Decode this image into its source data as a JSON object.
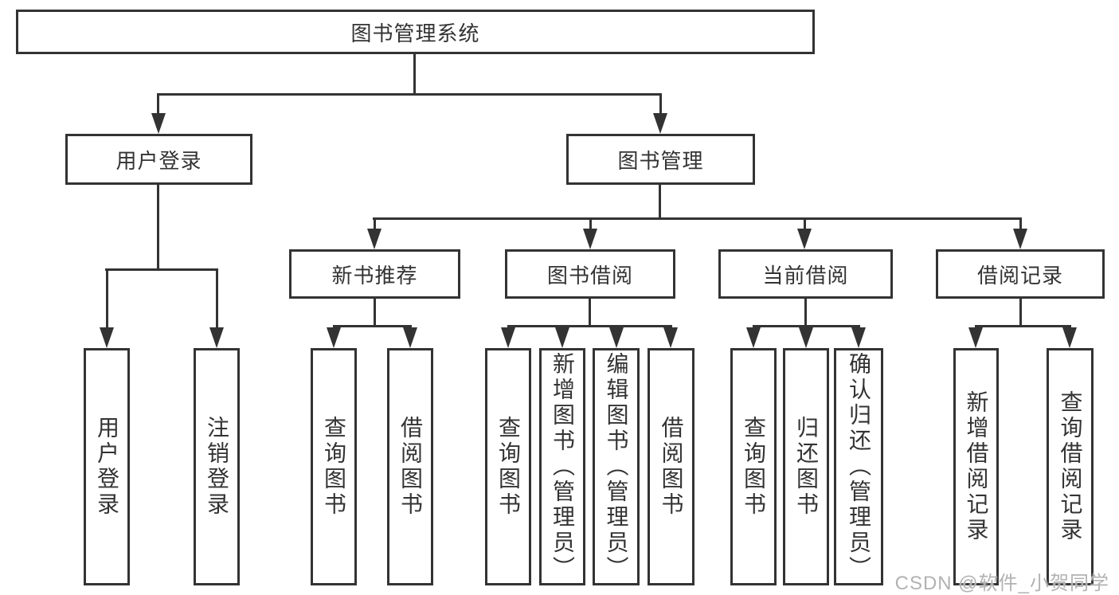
{
  "diagram_title": "图书管理系统",
  "colors": {
    "line": "#333333",
    "node_border": "#333333",
    "text": "#333333",
    "background": "#ffffff",
    "watermark_text": "#b2b2b2"
  },
  "root": {
    "label": "图书管理系统"
  },
  "level2": {
    "user_login": {
      "label": "用户登录"
    },
    "book_mgmt": {
      "label": "图书管理"
    }
  },
  "level3": {
    "new_book_rec": {
      "label": "新书推荐"
    },
    "book_borrow": {
      "label": "图书借阅"
    },
    "current_borrow": {
      "label": "当前借阅"
    },
    "borrow_record": {
      "label": "借阅记录"
    }
  },
  "leaves": {
    "user_login": [
      {
        "label": "用户登录"
      },
      {
        "label": "注销登录"
      }
    ],
    "new_book_rec": [
      {
        "label": "查询图书"
      },
      {
        "label": "借阅图书"
      }
    ],
    "book_borrow": [
      {
        "label": "查询图书"
      },
      {
        "label": "新增图书（管理员）"
      },
      {
        "label": "编辑图书（管理员）"
      },
      {
        "label": "借阅图书"
      }
    ],
    "current_borrow": [
      {
        "label": "查询图书"
      },
      {
        "label": "归还图书"
      },
      {
        "label": "确认归还（管理员）"
      }
    ],
    "borrow_record": [
      {
        "label": "新增借阅记录"
      },
      {
        "label": "查询借阅记录"
      }
    ]
  },
  "watermark": {
    "text": "CSDN @软件_小贺同学"
  }
}
